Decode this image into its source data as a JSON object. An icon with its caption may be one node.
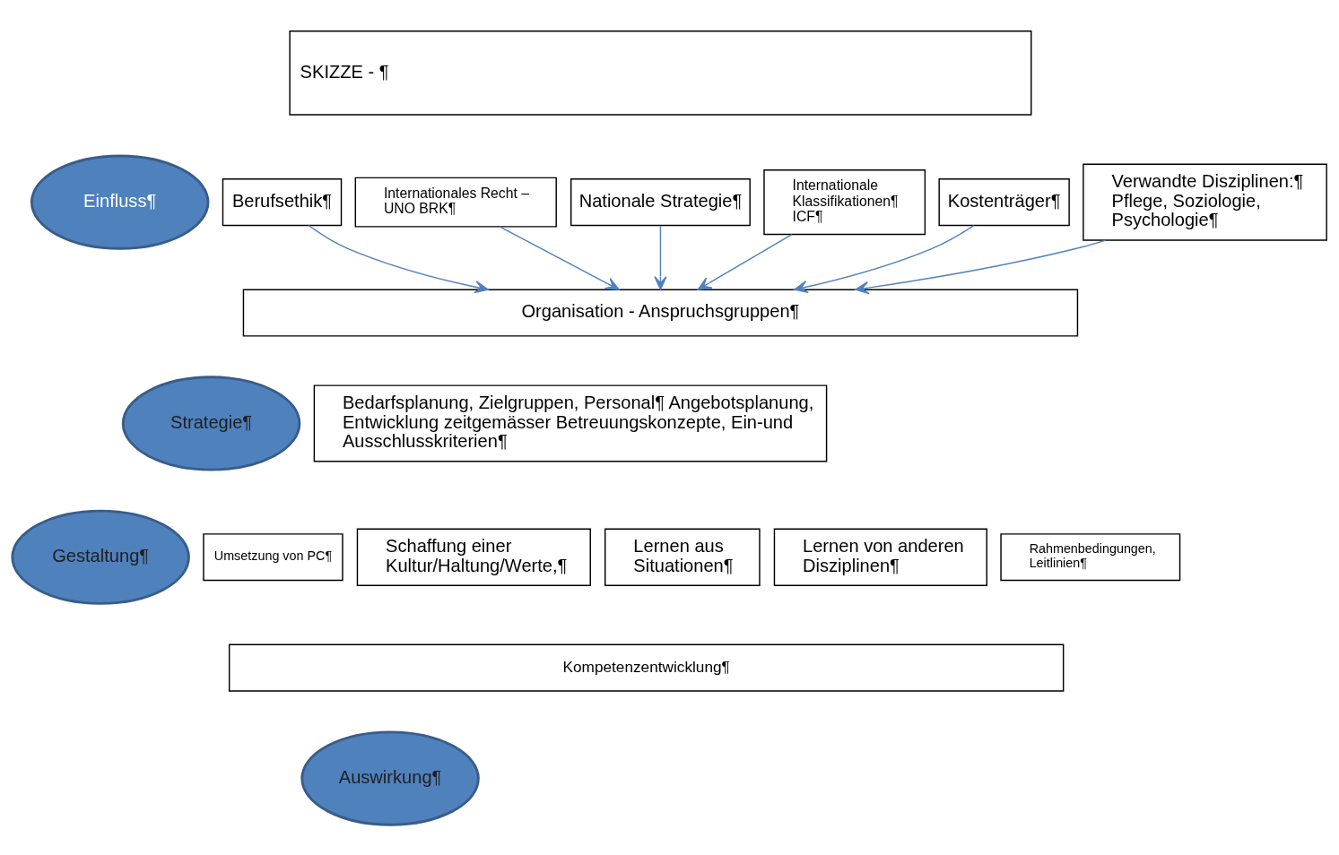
{
  "diagram": {
    "nodes": [
      {
        "text": [
          "SKIZZE - ¶"
        ]
      },
      {
        "text": [
          "Einfluss¶"
        ]
      },
      {
        "text": [
          "Berufsethik¶"
        ]
      },
      {
        "text": [
          "Internationales Recht – UNO BRK¶"
        ]
      },
      {
        "text": [
          "Nationale Strategie¶"
        ]
      },
      {
        "text": [
          "Internationale Klassifikationen¶ ICF¶"
        ]
      },
      {
        "text": [
          "Kostenträger¶"
        ]
      },
      {
        "text": [
          "Verwandte Disziplinen:¶ Pflege, Soziologie, Psychologie¶"
        ]
      },
      {
        "text": [
          "Organisation - Anspruchsgruppen¶"
        ]
      },
      {
        "text": [
          "Strategie¶"
        ]
      },
      {
        "text": [
          "Bedarfsplanung, Zielgruppen, Personal¶ Angebotsplanung, Entwicklung zeitgemässer Betreuungskonzepte, Ein-und Ausschlusskriterien¶"
        ]
      },
      {
        "text": [
          "Gestaltung¶"
        ]
      },
      {
        "text": [
          "Umsetzung von PC¶"
        ]
      },
      {
        "text": [
          "Schaffung einer Kultur/Haltung/Werte,¶"
        ]
      },
      {
        "text": [
          "Lernen aus Situationen¶"
        ]
      },
      {
        "text": [
          "Lernen von anderen Disziplinen¶"
        ]
      },
      {
        "text": [
          "Rahmenbedingungen, Leitlinien¶"
        ]
      },
      {
        "text": [
          "Kompetenzentwicklung¶"
        ]
      },
      {
        "text": [
          "Auswirkung¶"
        ]
      }
    ],
    "edges": [
      {
        "from": 2,
        "to": 8,
        "arrow": "to"
      },
      {
        "from": 3,
        "to": 8,
        "arrow": "to"
      },
      {
        "from": 4,
        "to": 8,
        "arrow": "to"
      },
      {
        "from": 5,
        "to": 8,
        "arrow": "to"
      },
      {
        "from": 6,
        "to": 8,
        "arrow": "to"
      },
      {
        "from": 7,
        "to": 8,
        "arrow": "to"
      }
    ]
  }
}
